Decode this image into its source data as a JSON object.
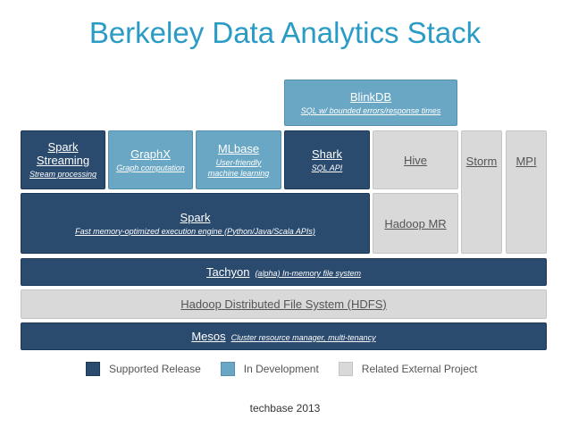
{
  "title": "Berkeley Data Analytics Stack",
  "colors": {
    "supported": "#2a4a6e",
    "in_development": "#6aa7c4",
    "external": "#d9d9d9",
    "title": "#2a9bc4"
  },
  "blocks": {
    "blinkdb": {
      "name": "BlinkDB",
      "sub": "SQL w/ bounded errors/response times"
    },
    "spark_streaming": {
      "name_line1": "Spark",
      "name_line2": "Streaming",
      "sub": "Stream processing"
    },
    "graphx": {
      "name": "GraphX",
      "sub": "Graph computation"
    },
    "mlbase": {
      "name": "MLbase",
      "sub": "User-friendly machine learning"
    },
    "shark": {
      "name": "Shark",
      "sub": "SQL API"
    },
    "hive": {
      "name": "Hive"
    },
    "storm": {
      "name": "Storm"
    },
    "mpi": {
      "name": "MPI"
    },
    "spark": {
      "name": "Spark",
      "sub": "Fast memory-optimized execution engine (Python/Java/Scala APIs)"
    },
    "hadoop_mr": {
      "name": "Hadoop MR"
    },
    "tachyon": {
      "name": "Tachyon",
      "sub": "(alpha) In-memory file system"
    },
    "hdfs": {
      "name": "Hadoop Distributed File System (HDFS)"
    },
    "mesos": {
      "name": "Mesos",
      "sub": "Cluster resource manager, multi-tenancy"
    }
  },
  "legend": {
    "supported": "Supported Release",
    "in_development": "In Development",
    "external": "Related External Project"
  },
  "footer": "techbase  2013"
}
